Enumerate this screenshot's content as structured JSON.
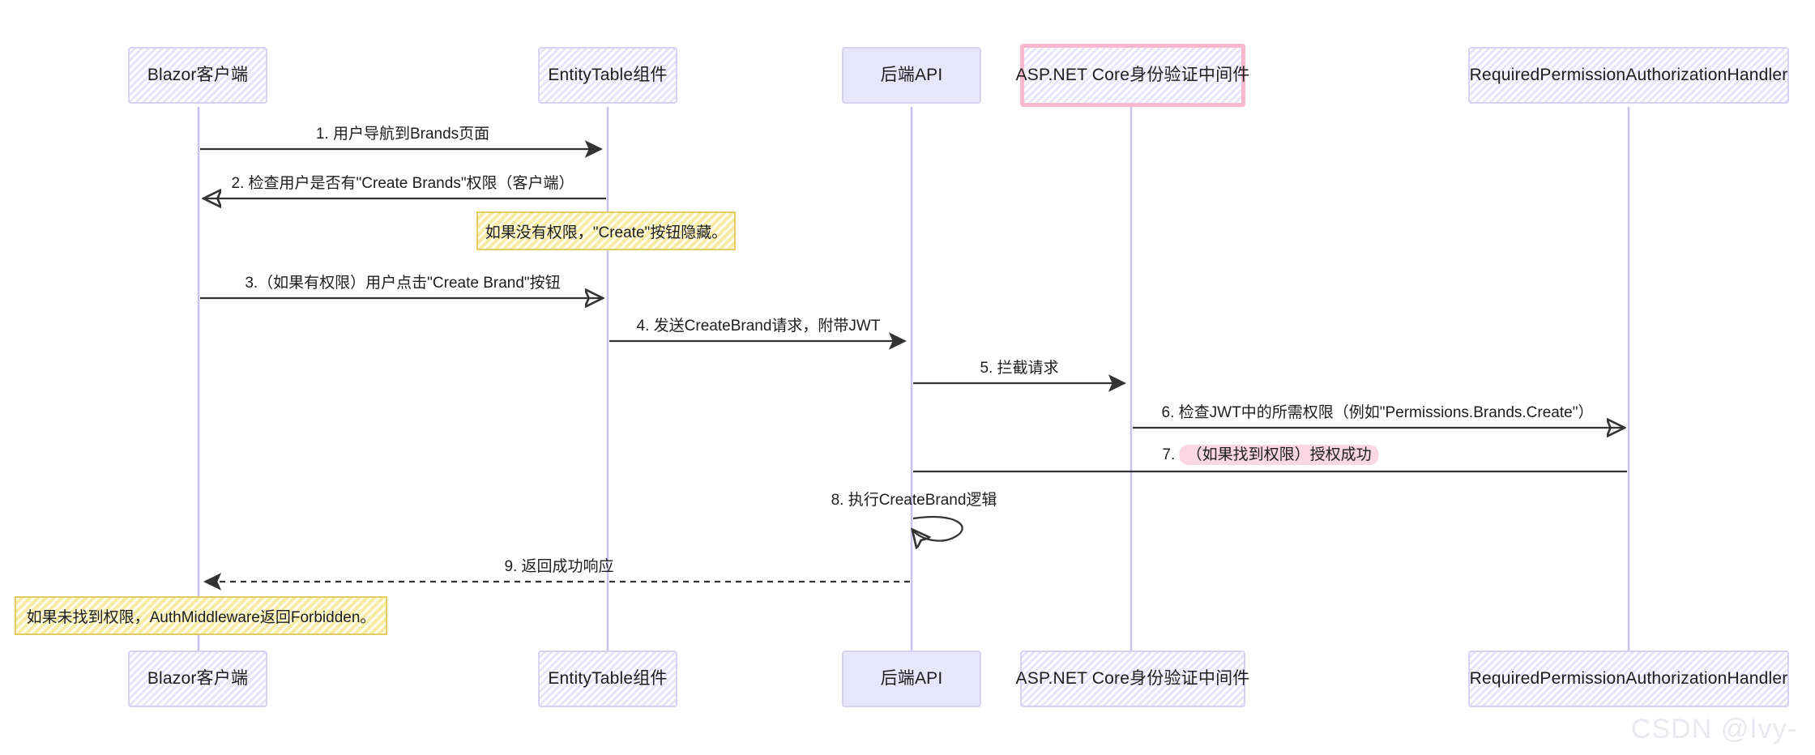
{
  "diagram": {
    "type": "sequence-diagram",
    "background": "#ffffff",
    "colors": {
      "lifeline": "#c9c2ee",
      "participant_border": "#d6d2f0",
      "participant_fill": "#f3f1fc",
      "participant_solid_fill": "#e8e6fa",
      "highlight_border": "#f9b8cd",
      "note_border": "#e2cc63",
      "note_fill": "#fcf5c8",
      "arrow": "#333333",
      "label_highlight": "#fbd7e4",
      "watermark": "#e9e9ef"
    },
    "participants": [
      {
        "id": "blazor",
        "label": "Blazor客户端",
        "style": "hatched"
      },
      {
        "id": "entity",
        "label": "EntityTable组件",
        "style": "hatched"
      },
      {
        "id": "api",
        "label": "后端API",
        "style": "solid"
      },
      {
        "id": "auth",
        "label": "ASP.NET Core身份验证中间件",
        "style": "hatched-highlight"
      },
      {
        "id": "handler",
        "label": "RequiredPermissionAuthorizationHandler",
        "style": "hatched"
      }
    ],
    "messages": [
      {
        "num": "1",
        "label": "1. 用户导航到Brands页面",
        "from": "blazor",
        "to": "entity",
        "line": "solid",
        "arrow": "filled"
      },
      {
        "num": "2",
        "label": "2. 检查用户是否有\"Create Brands\"权限（客户端）",
        "from": "entity",
        "to": "blazor",
        "line": "solid",
        "arrow": "open"
      },
      {
        "num": "3",
        "label": "3.（如果有权限）用户点击\"Create Brand\"按钮",
        "from": "blazor",
        "to": "entity",
        "line": "solid",
        "arrow": "open"
      },
      {
        "num": "4",
        "label": "4. 发送CreateBrand请求，附带JWT",
        "from": "entity",
        "to": "api",
        "line": "solid",
        "arrow": "filled"
      },
      {
        "num": "5",
        "label": "5. 拦截请求",
        "from": "api",
        "to": "auth",
        "line": "solid",
        "arrow": "filled"
      },
      {
        "num": "6",
        "label": "6. 检查JWT中的所需权限（例如\"Permissions.Brands.Create\"）",
        "from": "auth",
        "to": "handler",
        "line": "solid",
        "arrow": "open"
      },
      {
        "num": "7",
        "label_prefix": "7.",
        "label_highlight": "（如果找到权限）授权成功",
        "from": "handler",
        "to": "api",
        "line": "solid",
        "arrow": "none"
      },
      {
        "num": "8",
        "label": "8. 执行CreateBrand逻辑",
        "from": "api",
        "to": "api",
        "line": "solid",
        "arrow": "open",
        "self": true
      },
      {
        "num": "9",
        "label": "9. 返回成功响应",
        "from": "api",
        "to": "blazor",
        "line": "dashed",
        "arrow": "filled"
      }
    ],
    "notes": [
      {
        "id": "note-1",
        "text": "如果没有权限，\"Create\"按钮隐藏。"
      },
      {
        "id": "note-2",
        "text": "如果未找到权限，AuthMiddleware返回Forbidden。"
      }
    ],
    "watermark": "CSDN @Ivy-"
  }
}
